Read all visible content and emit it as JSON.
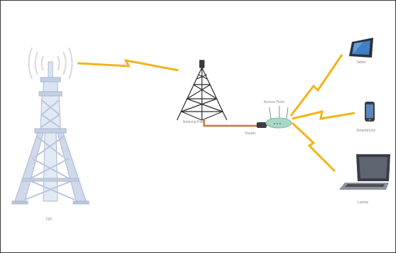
{
  "diagram": {
    "labels": {
      "isp": "ISP",
      "antenna": "Antenna Pole",
      "router": "Router",
      "access_point": "Access Point",
      "tablet": "Tablet",
      "smartphone": "Smartphone",
      "laptop": "Laptop"
    },
    "colors": {
      "tower_steel": "#b9c6dc",
      "tower_steel_light": "#dbe4f2",
      "lattice": "#2b2b2b",
      "wireless_link": "#f2b31c",
      "cable": "#c77a3a",
      "device_dark": "#3a3d44",
      "access_point": "#a9d7c6",
      "screen_blue": "#3f7fc6"
    }
  }
}
